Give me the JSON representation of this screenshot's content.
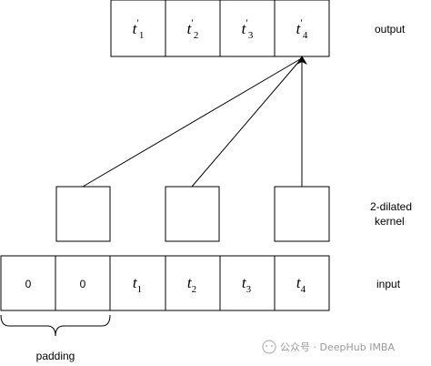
{
  "output_row": {
    "label": "output",
    "cells": [
      {
        "base": "t",
        "sub": "1",
        "prime": "′"
      },
      {
        "base": "t",
        "sub": "2",
        "prime": "′"
      },
      {
        "base": "t",
        "sub": "3",
        "prime": "′"
      },
      {
        "base": "t",
        "sub": "4",
        "prime": "′"
      }
    ]
  },
  "kernel": {
    "label_line1": "2-dilated",
    "label_line2": "kernel"
  },
  "input_row": {
    "label": "input",
    "cells": [
      {
        "text": "0"
      },
      {
        "text": "0"
      },
      {
        "base": "t",
        "sub": "1"
      },
      {
        "base": "t",
        "sub": "2"
      },
      {
        "base": "t",
        "sub": "3"
      },
      {
        "base": "t",
        "sub": "4"
      }
    ]
  },
  "padding": {
    "label": "padding"
  },
  "watermark": {
    "text": "公众号 · DeepHub IMBA"
  },
  "colors": {
    "stroke": "#000000",
    "watermark": "#9a9a9a"
  }
}
